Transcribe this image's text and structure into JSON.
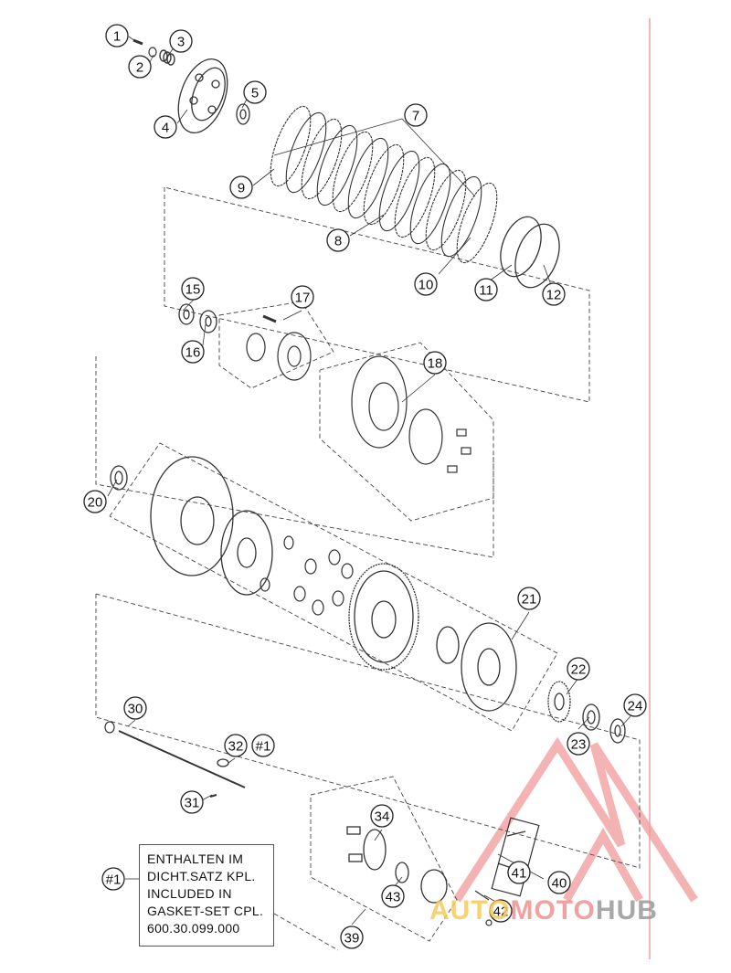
{
  "callouts": [
    {
      "id": "c1",
      "label": "1"
    },
    {
      "id": "c2",
      "label": "2"
    },
    {
      "id": "c3",
      "label": "3"
    },
    {
      "id": "c4",
      "label": "4"
    },
    {
      "id": "c5",
      "label": "5"
    },
    {
      "id": "c7",
      "label": "7"
    },
    {
      "id": "c8",
      "label": "8"
    },
    {
      "id": "c9",
      "label": "9"
    },
    {
      "id": "c10",
      "label": "10"
    },
    {
      "id": "c11",
      "label": "11"
    },
    {
      "id": "c12",
      "label": "12"
    },
    {
      "id": "c15",
      "label": "15"
    },
    {
      "id": "c16",
      "label": "16"
    },
    {
      "id": "c17",
      "label": "17"
    },
    {
      "id": "c18",
      "label": "18"
    },
    {
      "id": "c20",
      "label": "20"
    },
    {
      "id": "c21",
      "label": "21"
    },
    {
      "id": "c22",
      "label": "22"
    },
    {
      "id": "c23",
      "label": "23"
    },
    {
      "id": "c24",
      "label": "24"
    },
    {
      "id": "c30",
      "label": "30"
    },
    {
      "id": "c31",
      "label": "31"
    },
    {
      "id": "c32",
      "label": "32"
    },
    {
      "id": "c32n",
      "label": "#1"
    },
    {
      "id": "c34",
      "label": "34"
    },
    {
      "id": "c39",
      "label": "39"
    },
    {
      "id": "c40",
      "label": "40"
    },
    {
      "id": "c41",
      "label": "41"
    },
    {
      "id": "c42",
      "label": "42"
    },
    {
      "id": "c43",
      "label": "43"
    },
    {
      "id": "cnote",
      "label": "#1"
    }
  ],
  "note": {
    "lines": [
      "ENTHALTEN IM",
      "DICHT.SATZ KPL.",
      "INCLUDED IN",
      "GASKET-SET CPL.",
      "600.30.099.000"
    ]
  },
  "watermark": {
    "part_a": "AUTO",
    "part_b": "MOTO",
    "part_c": "HUB"
  },
  "colors": {
    "line": "#333333",
    "accent_red": "#e85a5a",
    "watermark_yellow": "#f6c95a",
    "watermark_gray": "#9a9a9a"
  }
}
